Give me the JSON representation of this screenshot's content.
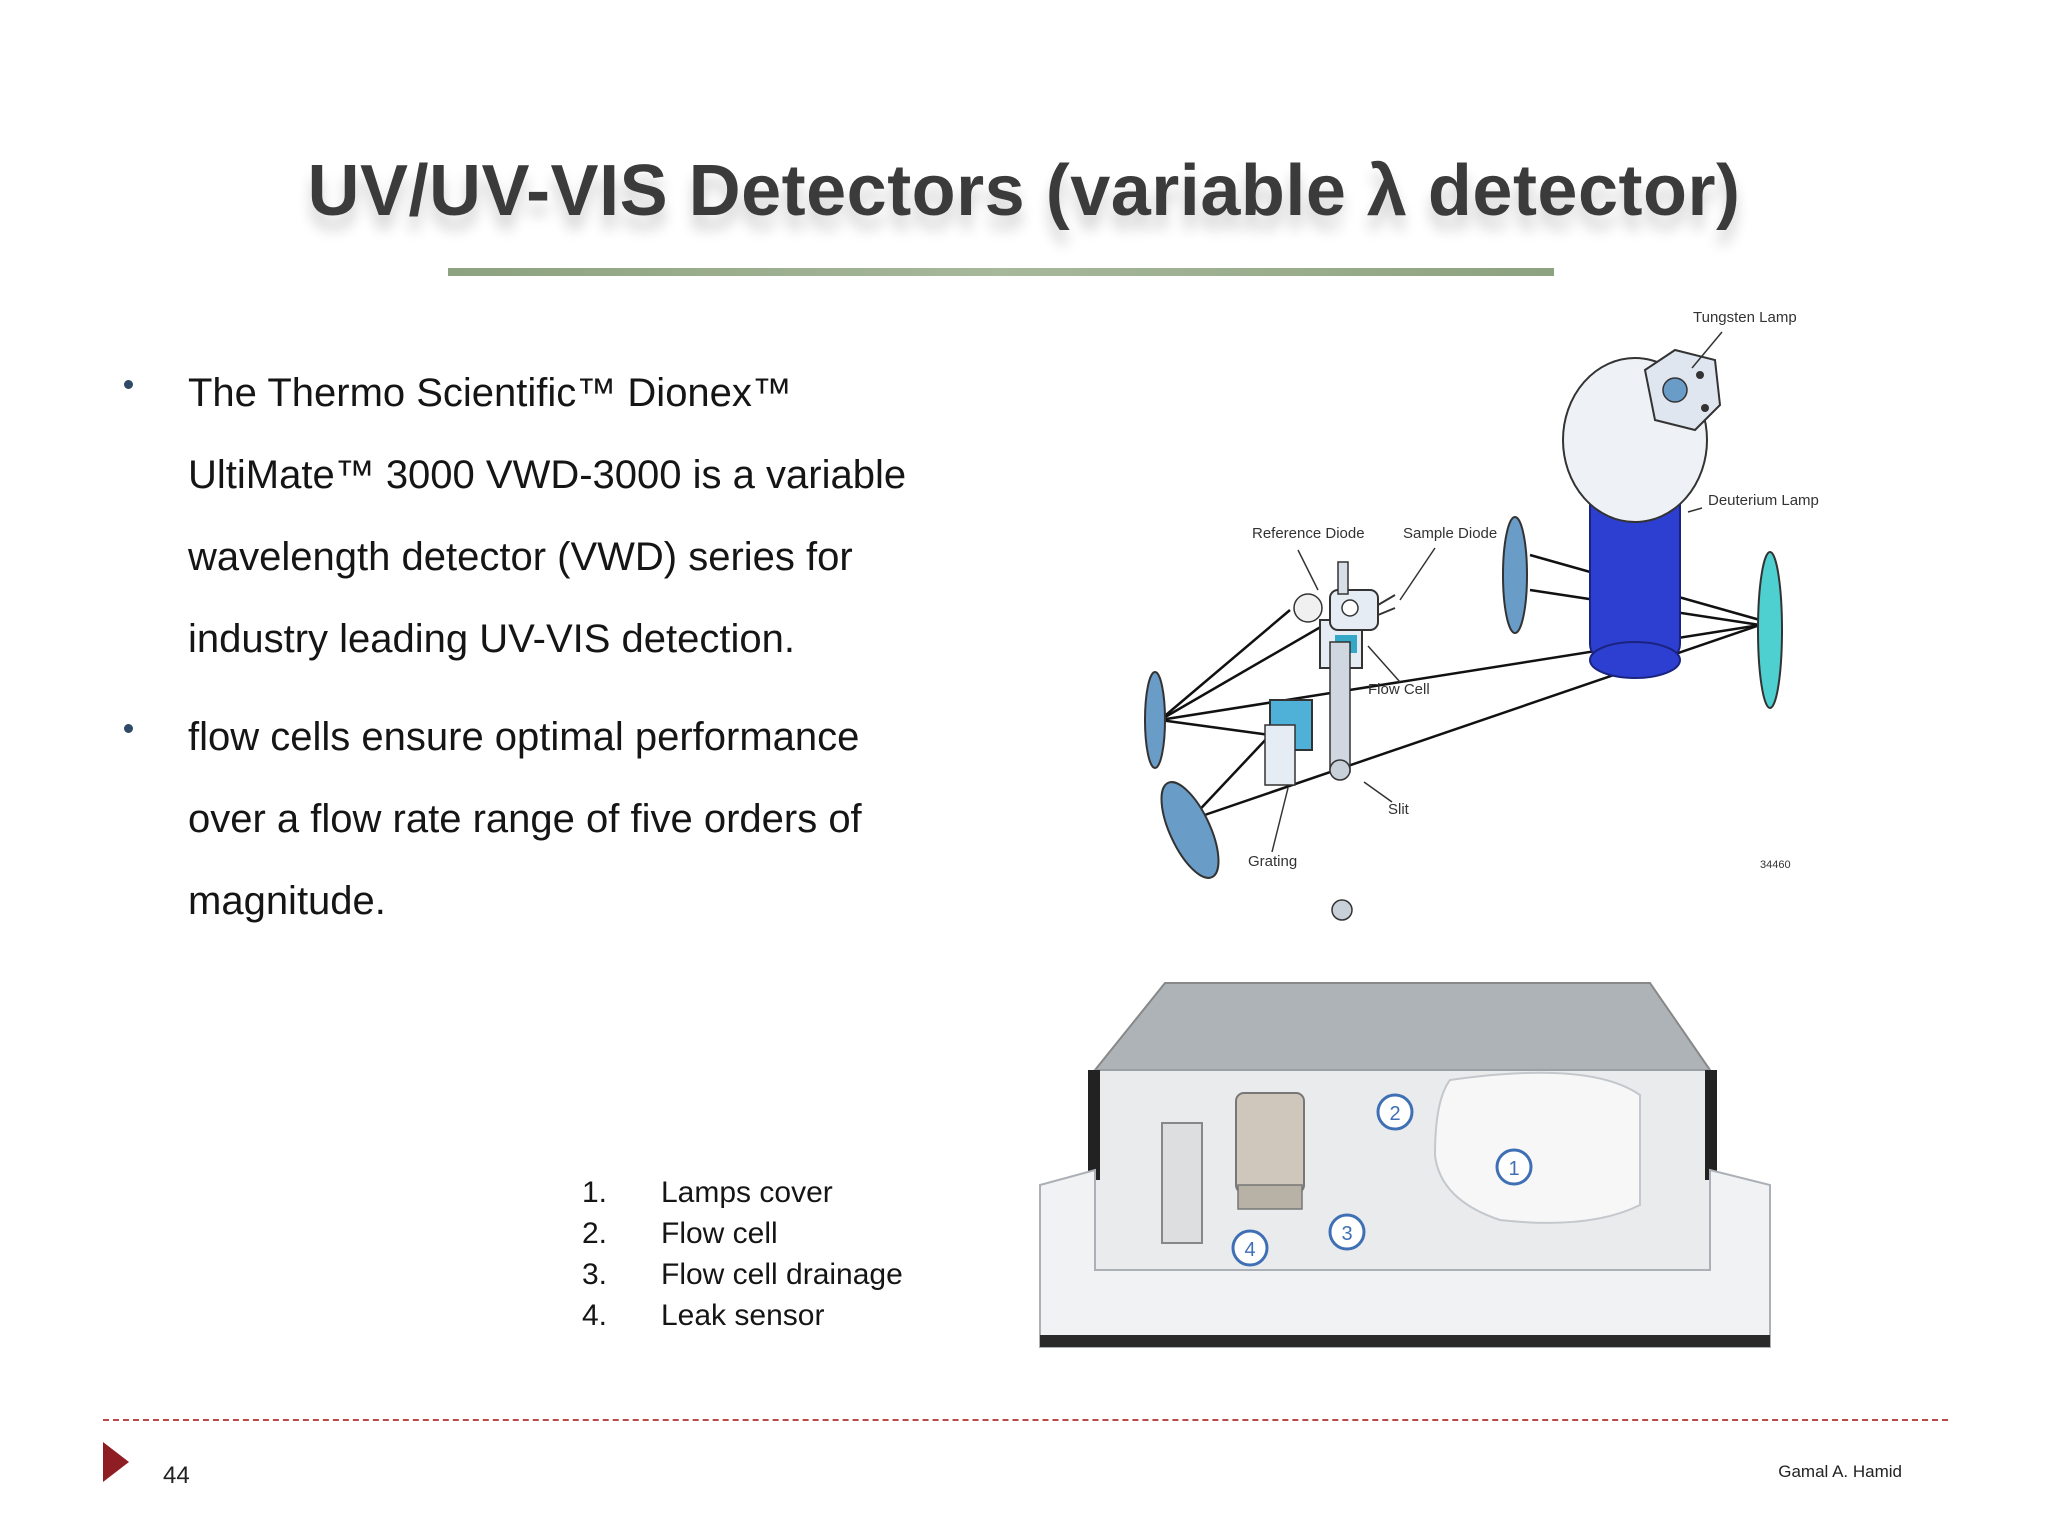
{
  "slide": {
    "title": "UV/UV-VIS Detectors (variable λ detector)",
    "bullets": [
      {
        "lines": [
          "The Thermo Scientific™ Dionex™",
          "UltiMate™ 3000 VWD-3000 is a variable",
          "wavelength detector (VWD) series for",
          "industry leading UV-VIS detection."
        ]
      },
      {
        "lines": [
          "flow cells ensure optimal performance",
          "over a flow rate range of five orders of",
          "magnitude."
        ]
      }
    ],
    "legend": [
      {
        "num": "1.",
        "label": "Lamps cover"
      },
      {
        "num": "2.",
        "label": "Flow cell"
      },
      {
        "num": "3.",
        "label": "Flow cell drainage"
      },
      {
        "num": "4.",
        "label": "Leak sensor"
      }
    ]
  },
  "diagram": {
    "labels": {
      "tungsten_lamp": "Tungsten Lamp",
      "deuterium_lamp": "Deuterium Lamp",
      "reference_diode": "Reference Diode",
      "sample_diode": "Sample Diode",
      "flow_cell": "Flow Cell",
      "slit": "Slit",
      "grating": "Grating",
      "figure_code": "34460"
    }
  },
  "device_photo": {
    "callouts": [
      "1",
      "2",
      "3",
      "4"
    ]
  },
  "footer": {
    "page_number": "44",
    "author": "Gamal A. Hamid"
  },
  "colors": {
    "title": "#3b3b3b",
    "title_rule": "#8da27f",
    "bullet_dot": "#2f4a66",
    "footer_accent": "#8f1d24",
    "footer_dash": "#b94a4a"
  }
}
